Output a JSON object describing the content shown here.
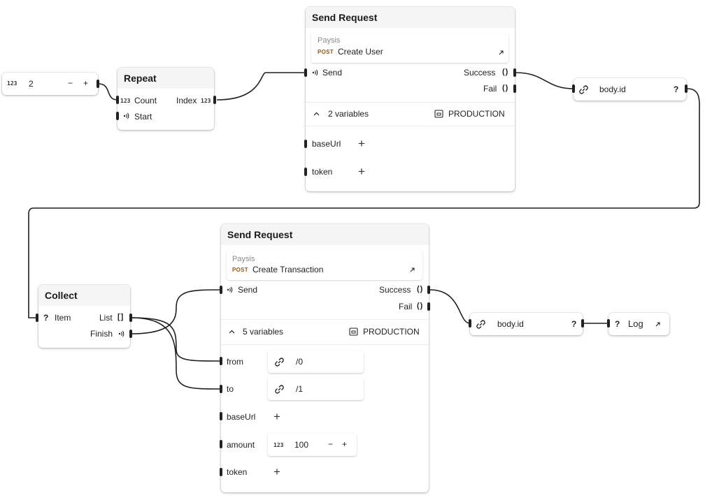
{
  "number_node": {
    "type_badge": "123",
    "value": "2",
    "minus": "−",
    "plus": "+"
  },
  "repeat_node": {
    "title": "Repeat",
    "count_badge": "123",
    "count_label": "Count",
    "index_label": "Index",
    "index_badge": "123",
    "start_label": "Start"
  },
  "request1": {
    "title": "Send Request",
    "service": "Paysis",
    "method": "POST",
    "endpoint": "Create User",
    "send_label": "Send",
    "success_label": "Success",
    "success_paren": "()",
    "fail_label": "Fail",
    "fail_paren": "()",
    "variables_label": "2 variables",
    "environment": "PRODUCTION",
    "vars": [
      {
        "name": "baseUrl",
        "add": "+"
      },
      {
        "name": "token",
        "add": "+"
      }
    ]
  },
  "bodyid1": {
    "label": "body.id",
    "qmark": "?"
  },
  "collect_node": {
    "title": "Collect",
    "qmark": "?",
    "item_label": "Item",
    "list_label": "List",
    "list_bracket": "[]",
    "finish_label": "Finish"
  },
  "request2": {
    "title": "Send Request",
    "service": "Paysis",
    "method": "POST",
    "endpoint": "Create Transaction",
    "send_label": "Send",
    "success_label": "Success",
    "success_paren": "()",
    "fail_label": "Fail",
    "fail_paren": "()",
    "variables_label": "5 variables",
    "environment": "PRODUCTION",
    "from_label": "from",
    "from_value": "/0",
    "to_label": "to",
    "to_value": "/1",
    "baseurl_label": "baseUrl",
    "baseurl_add": "+",
    "amount_label": "amount",
    "amount_badge": "123",
    "amount_value": "100",
    "amount_minus": "−",
    "amount_plus": "+",
    "token_label": "token",
    "token_add": "+"
  },
  "bodyid2": {
    "label": "body.id",
    "qmark": "?"
  },
  "log_node": {
    "qmark": "?",
    "label": "Log"
  },
  "icons": {
    "signal": "signal-icon",
    "link": "link-icon",
    "external": "external-link-icon",
    "chevron": "chevron-up-icon",
    "environment": "environment-icon"
  },
  "colors": {
    "wire": "#1f1f1f",
    "node_bg": "#ffffff",
    "header_bg": "#f5f5f5",
    "post": "#8a5a1f"
  }
}
